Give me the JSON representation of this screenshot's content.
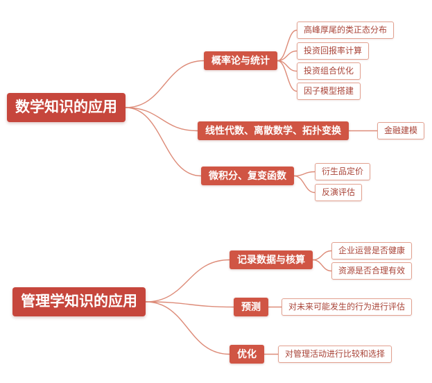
{
  "diagram": {
    "type": "mindmap",
    "colors": {
      "root_bg": "#c6463c",
      "branch_bg": "#d05544",
      "leaf_border": "#e2a08f",
      "leaf_text": "#a94438",
      "connector": "#dd8b78",
      "background": "#ffffff"
    },
    "trees": [
      {
        "root": "数学知识的应用",
        "branches": [
          {
            "label": "概率论与统计",
            "leaves": [
              "高峰厚尾的类正态分布",
              "投资回报率计算",
              "投资组合优化",
              "因子模型搭建"
            ]
          },
          {
            "label": "线性代数、离散数学、拓扑变换",
            "leaves": [
              "金融建模"
            ]
          },
          {
            "label": "微积分、复变函数",
            "leaves": [
              "衍生品定价",
              "反演评估"
            ]
          }
        ]
      },
      {
        "root": "管理学知识的应用",
        "branches": [
          {
            "label": "记录数据与核算",
            "leaves": [
              "企业运营是否健康",
              "资源是否合理有效"
            ]
          },
          {
            "label": "预测",
            "leaves": [
              "对未来可能发生的行为进行评估"
            ]
          },
          {
            "label": "优化",
            "leaves": [
              "对管理活动进行比较和选择"
            ]
          }
        ]
      }
    ]
  }
}
